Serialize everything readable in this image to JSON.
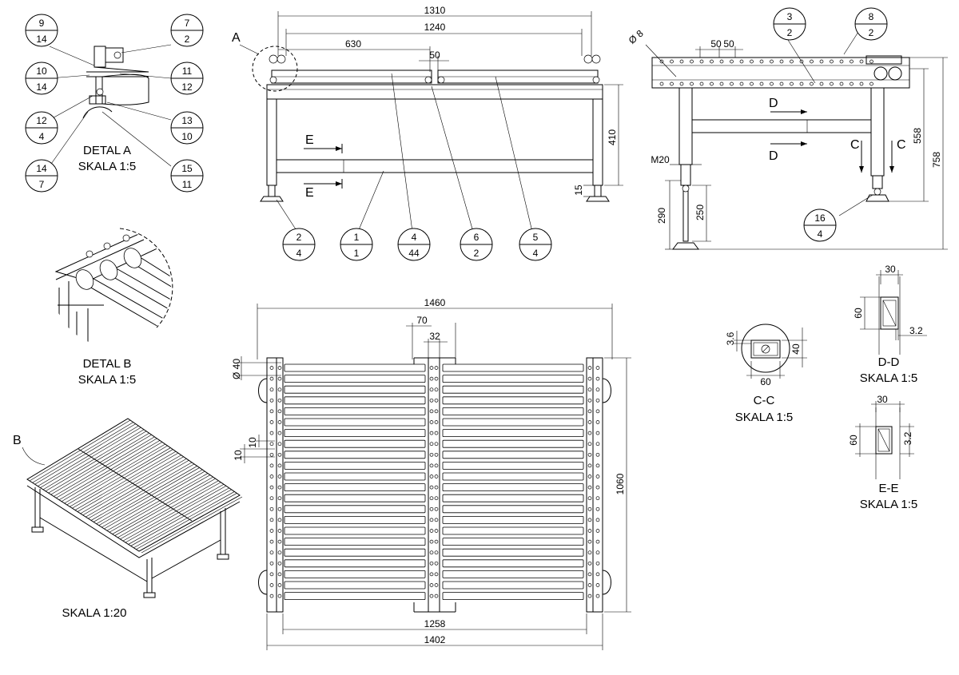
{
  "balloons": [
    {
      "id": "b1",
      "pos": "9",
      "qty": "14"
    },
    {
      "id": "b2",
      "pos": "7",
      "qty": "2"
    },
    {
      "id": "b3",
      "pos": "10",
      "qty": "14"
    },
    {
      "id": "b4",
      "pos": "11",
      "qty": "12"
    },
    {
      "id": "b5",
      "pos": "12",
      "qty": "4"
    },
    {
      "id": "b6",
      "pos": "13",
      "qty": "10"
    },
    {
      "id": "b7",
      "pos": "14",
      "qty": "7"
    },
    {
      "id": "b8",
      "pos": "15",
      "qty": "11"
    },
    {
      "id": "b9",
      "pos": "2",
      "qty": "4"
    },
    {
      "id": "b10",
      "pos": "1",
      "qty": "1"
    },
    {
      "id": "b11",
      "pos": "4",
      "qty": "44"
    },
    {
      "id": "b12",
      "pos": "6",
      "qty": "2"
    },
    {
      "id": "b13",
      "pos": "5",
      "qty": "4"
    },
    {
      "id": "b14",
      "pos": "3",
      "qty": "2"
    },
    {
      "id": "b15",
      "pos": "8",
      "qty": "2"
    },
    {
      "id": "b16",
      "pos": "16",
      "qty": "4"
    }
  ],
  "dimensions": {
    "front_overall": "1310",
    "front_inner": "1240",
    "front_half": "630",
    "front_gap": "50",
    "front_height": "410",
    "front_foot": "15",
    "side_hole": "Ø 8",
    "side_pitch_a": "50",
    "side_pitch_b": "50",
    "side_thread": "M20",
    "side_foot_total": "290",
    "side_foot_adj": "250",
    "side_height_inner": "558",
    "side_height_total": "758",
    "plan_overall": "1460",
    "plan_gap_outer": "70",
    "plan_gap_inner": "32",
    "plan_roller_dia": "Ø 40",
    "plan_hole_a": "10",
    "plan_hole_b": "10",
    "plan_depth": "1060",
    "plan_inner": "1258",
    "plan_outer": "1402",
    "cc_width": "60",
    "cc_height": "40",
    "cc_wall": "3.6",
    "dd_width": "30",
    "dd_height": "60",
    "dd_wall": "3.2",
    "ee_width": "30",
    "ee_height": "60",
    "ee_wall": "3.2"
  },
  "labels": {
    "detail_a": "DETAL  A",
    "detail_a_scale": "SKALA 1:5",
    "detail_b": "DETAL  B",
    "detail_b_scale": "SKALA 1:5",
    "iso_scale": "SKALA 1:20",
    "section_cc": "C-C",
    "section_cc_scale": "SKALA 1:5",
    "section_dd": "D-D",
    "section_dd_scale": "SKALA 1:5",
    "section_ee": "E-E",
    "section_ee_scale": "SKALA 1:5",
    "marker_a": "A",
    "marker_b": "B",
    "cut_e": "E",
    "cut_d": "D",
    "cut_c": "C"
  }
}
